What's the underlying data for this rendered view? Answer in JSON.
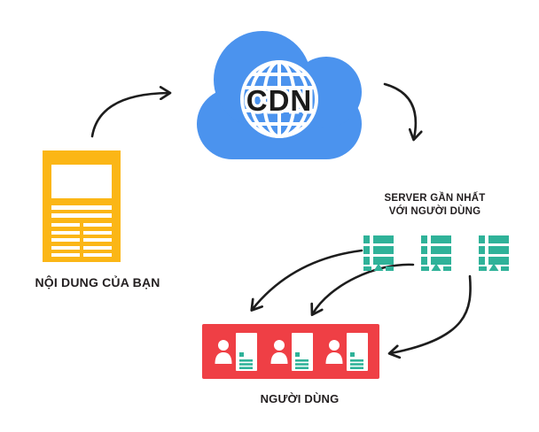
{
  "diagram": {
    "type": "cdn-flow-diagram",
    "colors": {
      "cloud_blue": "#4B93EE",
      "doc_yellow": "#FBB616",
      "server_green": "#2FB299",
      "users_red": "#EF3F45",
      "arrow_black": "#1D1D1D",
      "label_black": "#231F20"
    },
    "origin": {
      "icon": "document-icon",
      "label": "NỘI DUNG CỦA BẠN"
    },
    "cdn": {
      "icon": "cloud-globe-icon",
      "label": "CDN"
    },
    "edge_servers": {
      "icon": "server-icon",
      "count": 3,
      "label_line1": "SERVER GẦN NHẤT",
      "label_line2": "VỚI NGƯỜI DÙNG"
    },
    "users": {
      "icon": "user-document-icon",
      "count": 3,
      "label": "NGƯỜI DÙNG"
    },
    "connections": [
      "origin-to-cdn",
      "cdn-to-edge-servers",
      "server-1-to-users",
      "server-2-to-users",
      "server-3-to-users"
    ]
  }
}
